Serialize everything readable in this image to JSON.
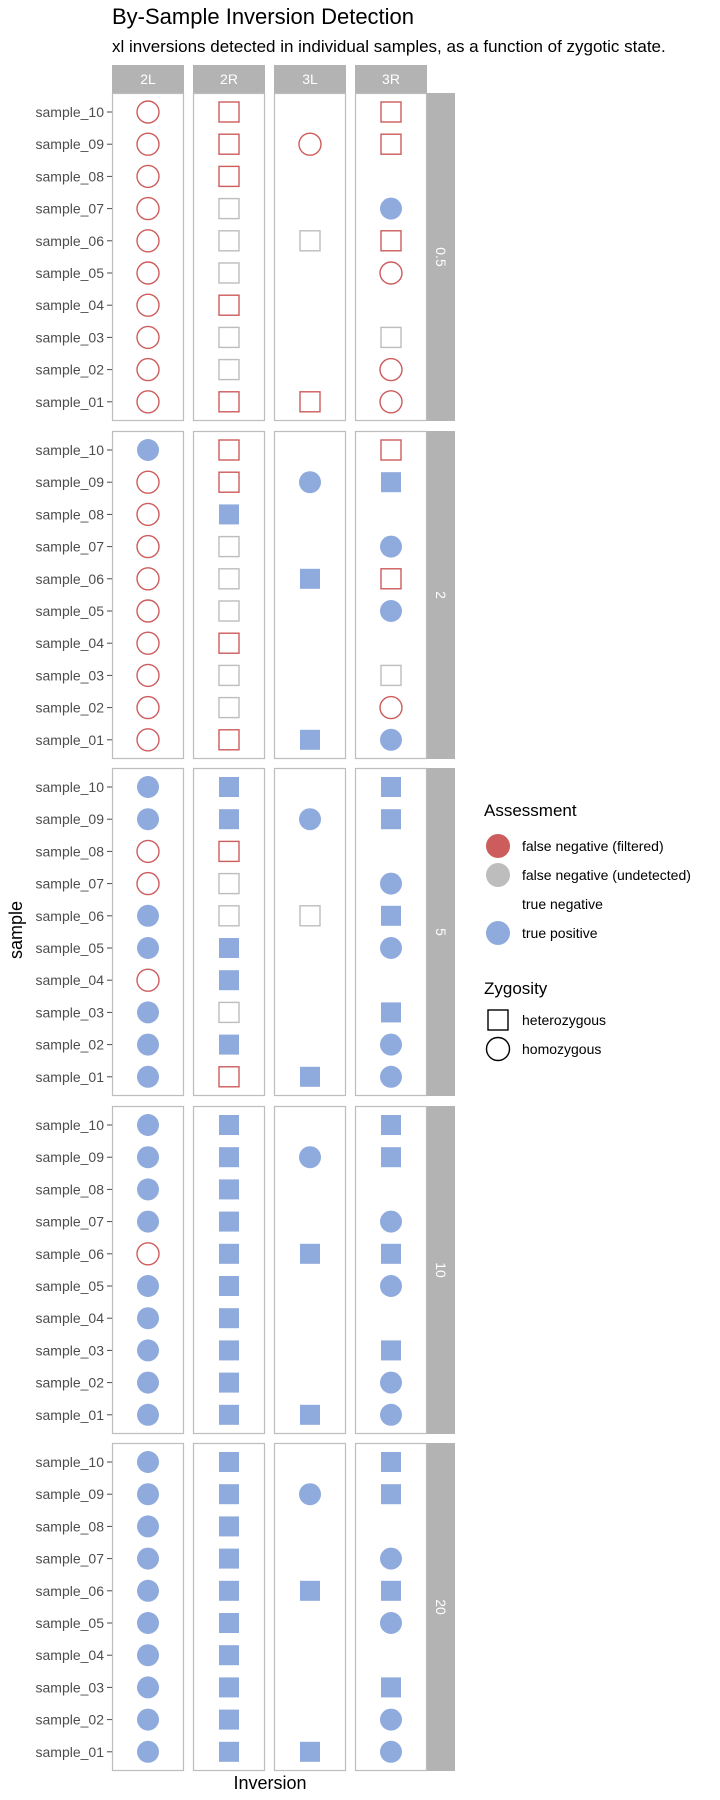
{
  "chart_data": {
    "type": "scatter",
    "title": "By-Sample Inversion Detection",
    "subtitle": "xl inversions detected in individual samples, as a function of zygotic state.",
    "xlabel": "Inversion",
    "ylabel": "sample",
    "columns": [
      "2L",
      "2R",
      "3L",
      "3R"
    ],
    "samples": [
      "sample_10",
      "sample_09",
      "sample_08",
      "sample_07",
      "sample_06",
      "sample_05",
      "sample_04",
      "sample_03",
      "sample_02",
      "sample_01"
    ],
    "facets": [
      "0.5",
      "2",
      "5",
      "10",
      "20"
    ],
    "legend": {
      "assessment_title": "Assessment",
      "assessment": [
        {
          "key": "FNF",
          "label": "false negative (filtered)",
          "color": "#cd5c5c"
        },
        {
          "key": "FNU",
          "label": "false negative (undetected)",
          "color": "#bdbdbd"
        },
        {
          "key": "TN",
          "label": "true negative",
          "color": "#ffffff"
        },
        {
          "key": "TP",
          "label": "true positive",
          "color": "#8faadc"
        }
      ],
      "zygosity_title": "Zygosity",
      "zygosity": [
        {
          "key": "het",
          "label": "heterozygous",
          "shape": "square"
        },
        {
          "key": "hom",
          "label": "homozygous",
          "shape": "circle"
        }
      ]
    },
    "cell_codes": "F=false negative (filtered) outline, U=false negative (undetected) outline, T=true positive filled, .=true negative (blank); o=homozygous circle, s=heterozygous square",
    "grid": {
      "0.5": [
        [
          "Fo",
          "Fs",
          ".",
          "Fs"
        ],
        [
          "Fo",
          "Fs",
          "Fo",
          "Fs"
        ],
        [
          "Fo",
          "Fs",
          ".",
          "."
        ],
        [
          "Fo",
          "Us",
          ".",
          "To"
        ],
        [
          "Fo",
          "Us",
          "Us",
          "Fs"
        ],
        [
          "Fo",
          "Us",
          ".",
          "Fo"
        ],
        [
          "Fo",
          "Fs",
          ".",
          "."
        ],
        [
          "Fo",
          "Us",
          ".",
          "Us"
        ],
        [
          "Fo",
          "Us",
          ".",
          "Fo"
        ],
        [
          "Fo",
          "Fs",
          "Fs",
          "Fo"
        ]
      ],
      "2": [
        [
          "To",
          "Fs",
          ".",
          "Fs"
        ],
        [
          "Fo",
          "Fs",
          "To",
          "Ts"
        ],
        [
          "Fo",
          "Ts",
          ".",
          "."
        ],
        [
          "Fo",
          "Us",
          ".",
          "To"
        ],
        [
          "Fo",
          "Us",
          "Ts",
          "Fs"
        ],
        [
          "Fo",
          "Us",
          ".",
          "To"
        ],
        [
          "Fo",
          "Fs",
          ".",
          "."
        ],
        [
          "Fo",
          "Us",
          ".",
          "Us"
        ],
        [
          "Fo",
          "Us",
          ".",
          "Fo"
        ],
        [
          "Fo",
          "Fs",
          "Ts",
          "To"
        ]
      ],
      "5": [
        [
          "To",
          "Ts",
          ".",
          "Ts"
        ],
        [
          "To",
          "Ts",
          "To",
          "Ts"
        ],
        [
          "Fo",
          "Fs",
          ".",
          "."
        ],
        [
          "Fo",
          "Us",
          ".",
          "To"
        ],
        [
          "To",
          "Us",
          "Us",
          "Ts"
        ],
        [
          "To",
          "Ts",
          ".",
          "To"
        ],
        [
          "Fo",
          "Ts",
          ".",
          "."
        ],
        [
          "To",
          "Us",
          ".",
          "Ts"
        ],
        [
          "To",
          "Ts",
          ".",
          "To"
        ],
        [
          "To",
          "Fs",
          "Ts",
          "To"
        ]
      ],
      "10": [
        [
          "To",
          "Ts",
          ".",
          "Ts"
        ],
        [
          "To",
          "Ts",
          "To",
          "Ts"
        ],
        [
          "To",
          "Ts",
          ".",
          "."
        ],
        [
          "To",
          "Ts",
          ".",
          "To"
        ],
        [
          "Fo",
          "Ts",
          "Ts",
          "Ts"
        ],
        [
          "To",
          "Ts",
          ".",
          "To"
        ],
        [
          "To",
          "Ts",
          ".",
          "."
        ],
        [
          "To",
          "Ts",
          ".",
          "Ts"
        ],
        [
          "To",
          "Ts",
          ".",
          "To"
        ],
        [
          "To",
          "Ts",
          "Ts",
          "To"
        ]
      ],
      "20": [
        [
          "To",
          "Ts",
          ".",
          "Ts"
        ],
        [
          "To",
          "Ts",
          "To",
          "Ts"
        ],
        [
          "To",
          "Ts",
          ".",
          "."
        ],
        [
          "To",
          "Ts",
          ".",
          "To"
        ],
        [
          "To",
          "Ts",
          "Ts",
          "Ts"
        ],
        [
          "To",
          "Ts",
          ".",
          "To"
        ],
        [
          "To",
          "Ts",
          ".",
          "."
        ],
        [
          "To",
          "Ts",
          ".",
          "Ts"
        ],
        [
          "To",
          "Ts",
          ".",
          "To"
        ],
        [
          "To",
          "Ts",
          "Ts",
          "To"
        ]
      ]
    }
  }
}
